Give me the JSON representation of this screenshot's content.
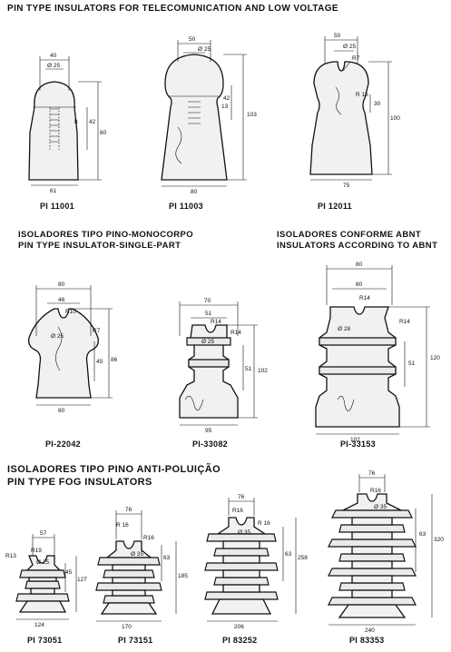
{
  "headings": {
    "telecom": "PIN TYPE INSULATORS FOR TELECOMUNICATION AND LOW VOLTAGE",
    "monocorpo_pt": "ISOLADORES TIPO PINO-MONOCORPO",
    "monocorpo_en": "PIN TYPE INSULATOR-SINGLE-PART",
    "abnt_pt": "ISOLADORES CONFORME ABNT",
    "abnt_en": "INSULATORS ACCORDING TO ABNT",
    "fog_pt": "ISOLADORES TIPO PINO ANTI-POLUIÇÃO",
    "fog_en": "PIN TYPE FOG INSULATORS"
  },
  "insulators": [
    {
      "model": "PI 11001",
      "dims": {
        "top": "40",
        "bore": "Ø 25",
        "thread": "8",
        "depth": "42",
        "height": "80",
        "base": "61"
      }
    },
    {
      "model": "PI 11003",
      "dims": {
        "top": "50",
        "bore": "Ø 25",
        "depth": "42",
        "thread": "13",
        "height": "103",
        "base": "80"
      }
    },
    {
      "model": "PI 12011",
      "dims": {
        "top": "50",
        "bore": "Ø 25",
        "radius_top": "R7",
        "radius_side": "R 16",
        "groove": "30",
        "height": "100",
        "base": "75"
      }
    },
    {
      "model": "PI-22042",
      "dims": {
        "top": "80",
        "neck": "46",
        "radius_top": "R10",
        "bore": "Ø 25",
        "radius_side": "R7",
        "depth": "45",
        "height": "86",
        "base": "80"
      }
    },
    {
      "model": "PI-33082",
      "dims": {
        "top": "70",
        "neck": "51",
        "radius_top": "R14",
        "bore": "Ø 25",
        "radius_side": "R14",
        "depth": "51",
        "height": "102",
        "base": "95"
      }
    },
    {
      "model": "PI-33153",
      "dims": {
        "top": "80",
        "neck": "80",
        "radius_top": "R14",
        "bore": "Ø 28",
        "radius_side": "R14",
        "depth": "51",
        "height": "120",
        "base": "102"
      }
    },
    {
      "model": "PI 73051",
      "dims": {
        "top": "57",
        "radius_side": "R13",
        "radius_top": "R19",
        "bore": "Ø 25",
        "depth": "45",
        "height": "127",
        "base": "124"
      }
    },
    {
      "model": "PI 73151",
      "dims": {
        "top": "76",
        "radius_top": "R 16",
        "radius_side": "R16",
        "bore": "Ø 35",
        "depth": "63",
        "height": "185",
        "base": "170"
      }
    },
    {
      "model": "PI 83252",
      "dims": {
        "top": "76",
        "radius_top": "R16",
        "radius_side": "R 16",
        "bore": "Ø 35",
        "depth": "63",
        "height": "258",
        "base": "206"
      }
    },
    {
      "model": "PI 83353",
      "dims": {
        "top": "76",
        "radius_top": "R16",
        "bore": "Ø 35",
        "depth": "63",
        "height": "320",
        "base": "240"
      }
    }
  ]
}
